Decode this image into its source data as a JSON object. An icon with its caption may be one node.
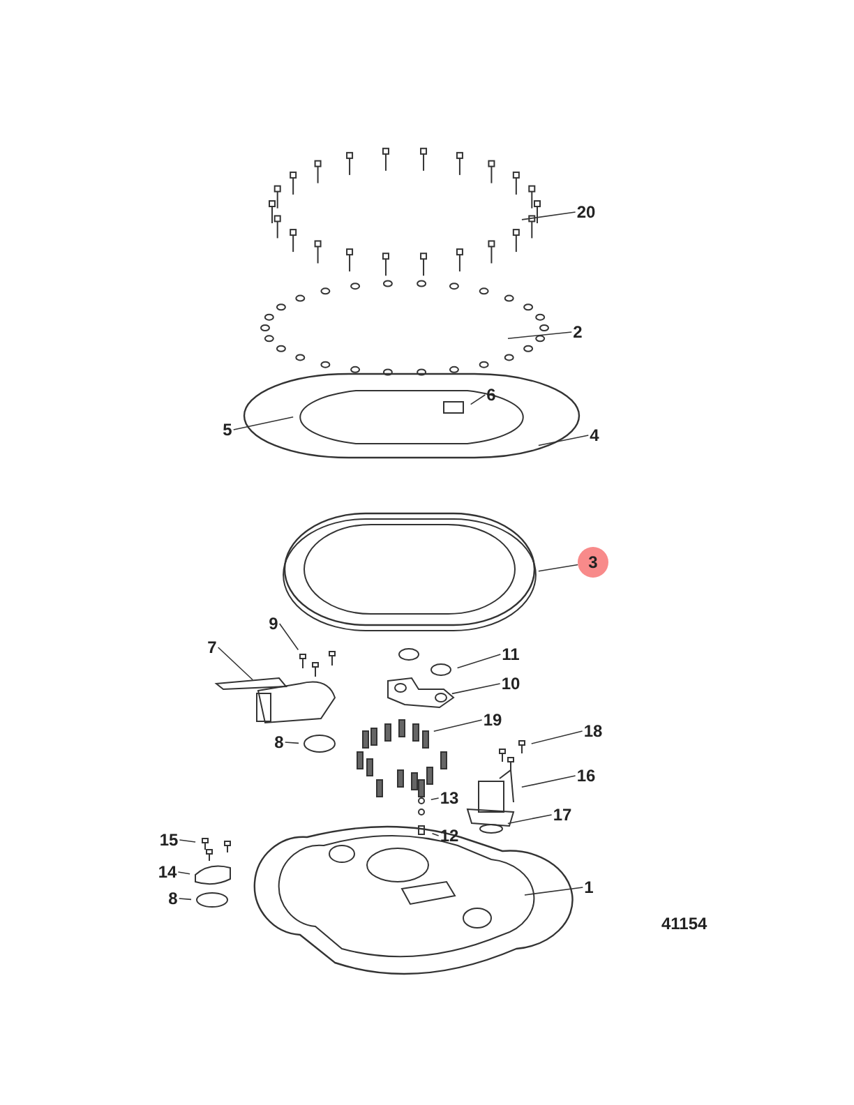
{
  "diagram": {
    "nodes": [
      {
        "text": [
          "20"
        ]
      },
      {
        "text": [
          "2"
        ]
      },
      {
        "text": [
          "6"
        ]
      },
      {
        "text": [
          "5"
        ]
      },
      {
        "text": [
          "4"
        ]
      },
      {
        "text": [
          "3"
        ]
      },
      {
        "text": [
          "9"
        ]
      },
      {
        "text": [
          "11"
        ]
      },
      {
        "text": [
          "7"
        ]
      },
      {
        "text": [
          "10"
        ]
      },
      {
        "text": [
          "8"
        ]
      },
      {
        "text": [
          "19"
        ]
      },
      {
        "text": [
          "18"
        ]
      },
      {
        "text": [
          "16"
        ]
      },
      {
        "text": [
          "13"
        ]
      },
      {
        "text": [
          "17"
        ]
      },
      {
        "text": [
          "12"
        ]
      },
      {
        "text": [
          "15"
        ]
      },
      {
        "text": [
          "1"
        ]
      },
      {
        "text": [
          "14"
        ]
      },
      {
        "text": [
          "8"
        ]
      }
    ],
    "edges": [
      {
        "from": 0,
        "to": null,
        "arrow": "none"
      },
      {
        "from": 1,
        "to": null,
        "arrow": "none"
      },
      {
        "from": 2,
        "to": null,
        "arrow": "none"
      },
      {
        "from": 3,
        "to": null,
        "arrow": "none"
      },
      {
        "from": 4,
        "to": null,
        "arrow": "none"
      },
      {
        "from": 5,
        "to": null,
        "arrow": "none"
      },
      {
        "from": 6,
        "to": null,
        "arrow": "none"
      },
      {
        "from": 7,
        "to": null,
        "arrow": "none"
      },
      {
        "from": 8,
        "to": null,
        "arrow": "none"
      },
      {
        "from": 9,
        "to": null,
        "arrow": "none"
      },
      {
        "from": 10,
        "to": null,
        "arrow": "none"
      },
      {
        "from": 11,
        "to": null,
        "arrow": "none"
      },
      {
        "from": 12,
        "to": null,
        "arrow": "none"
      },
      {
        "from": 13,
        "to": null,
        "arrow": "none"
      },
      {
        "from": 14,
        "to": null,
        "arrow": "none"
      },
      {
        "from": 15,
        "to": null,
        "arrow": "none"
      },
      {
        "from": 16,
        "to": null,
        "arrow": "none"
      },
      {
        "from": 17,
        "to": null,
        "arrow": "none"
      },
      {
        "from": 18,
        "to": null,
        "arrow": "none"
      },
      {
        "from": 19,
        "to": null,
        "arrow": "none"
      },
      {
        "from": 20,
        "to": null,
        "arrow": "none"
      }
    ],
    "labels": [
      "41154"
    ]
  }
}
